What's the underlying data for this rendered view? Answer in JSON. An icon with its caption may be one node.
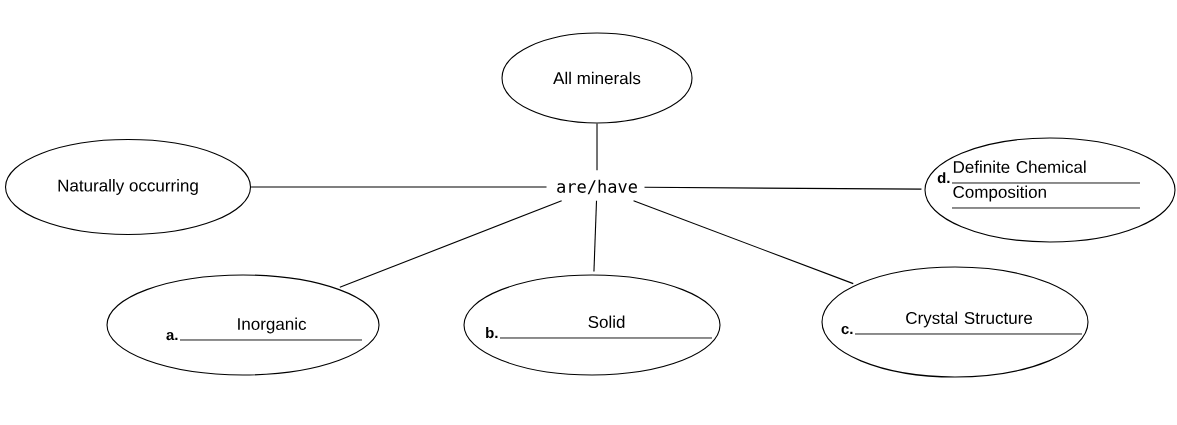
{
  "diagram": {
    "nodes": [
      {
        "text": [
          "All minerals"
        ]
      },
      {
        "text": [
          "Naturally occurring"
        ]
      },
      {
        "text": [
          "are/have"
        ]
      },
      {
        "text": [
          "d.",
          "Definite Chemical Composition"
        ]
      },
      {
        "text": [
          "a.",
          "Inorganic"
        ]
      },
      {
        "text": [
          "b.",
          "Solid"
        ]
      },
      {
        "text": [
          "c.",
          "Crystal Structure"
        ]
      }
    ],
    "edges": [
      {
        "from": 0,
        "to": 2,
        "arrow": "none"
      },
      {
        "from": 1,
        "to": 2,
        "arrow": "none"
      },
      {
        "from": 2,
        "to": 3,
        "arrow": "none"
      },
      {
        "from": 2,
        "to": 4,
        "arrow": "none"
      },
      {
        "from": 2,
        "to": 5,
        "arrow": "none"
      },
      {
        "from": 2,
        "to": 6,
        "arrow": "none"
      }
    ]
  }
}
